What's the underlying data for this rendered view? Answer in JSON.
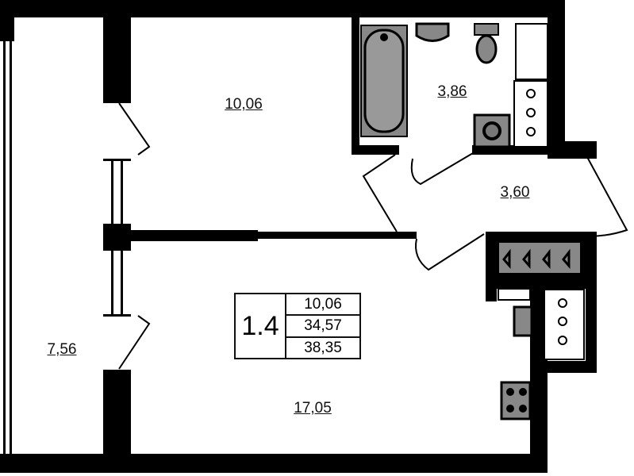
{
  "plan": {
    "apartment_code": "1.4",
    "totals": [
      "10,06",
      "34,57",
      "38,35"
    ],
    "rooms": {
      "bedroom": "10,06",
      "bathroom": "3,86",
      "hallway": "3,60",
      "balcony": "7,56",
      "living_kitchen": "17,05"
    }
  },
  "colors": {
    "wall": "#000000",
    "fixture": "#8a8a8a",
    "floor": "#ffffff"
  }
}
